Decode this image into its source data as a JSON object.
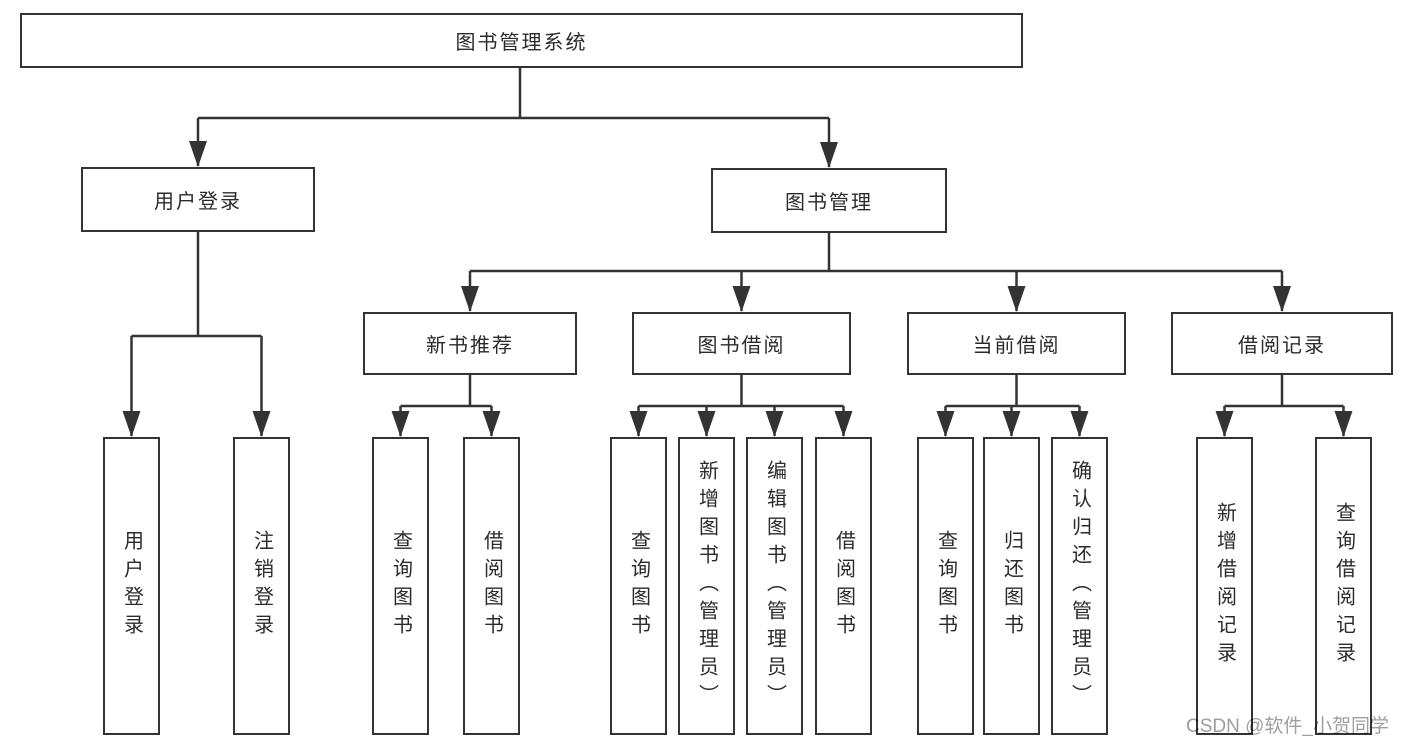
{
  "diagram": {
    "type": "hierarchy-tree",
    "root": "图书管理系统",
    "level2": [
      "用户登录",
      "图书管理"
    ],
    "level3": [
      "新书推荐",
      "图书借阅",
      "当前借阅",
      "借阅记录"
    ],
    "leaves": [
      "用户登录",
      "注销登录",
      "查询图书",
      "借阅图书",
      "查询图书",
      "新增图书（管理员）",
      "编辑图书（管理员）",
      "借阅图书",
      "查询图书",
      "归还图书",
      "确认归还（管理员）",
      "新增借阅记录",
      "查询借阅记录"
    ],
    "tree": {
      "图书管理系统": [
        "用户登录",
        "图书管理"
      ],
      "用户登录": [
        "用户登录",
        "注销登录"
      ],
      "图书管理": [
        "新书推荐",
        "图书借阅",
        "当前借阅",
        "借阅记录"
      ],
      "新书推荐": [
        "查询图书",
        "借阅图书"
      ],
      "图书借阅": [
        "查询图书",
        "新增图书（管理员）",
        "编辑图书（管理员）",
        "借阅图书"
      ],
      "当前借阅": [
        "查询图书",
        "归还图书",
        "确认归还（管理员）"
      ],
      "借阅记录": [
        "新增借阅记录",
        "查询借阅记录"
      ]
    }
  },
  "watermark": {
    "text": "CSDN @软件_小贺同学"
  },
  "colors": {
    "line": "#333333",
    "box_border": "#333333",
    "box_background": "#ffffff",
    "text": "#2b2b2b",
    "watermark": "#9e9e9e",
    "page_background": "#ffffff"
  }
}
